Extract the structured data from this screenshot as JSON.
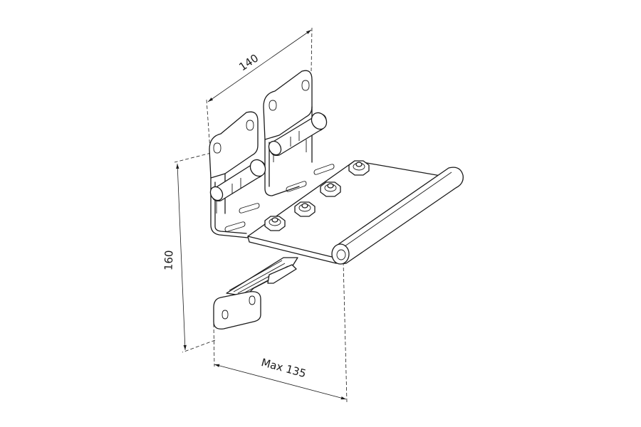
{
  "dimensions": {
    "width_label": "140",
    "height_label": "160",
    "depth_label": "Max 135"
  }
}
